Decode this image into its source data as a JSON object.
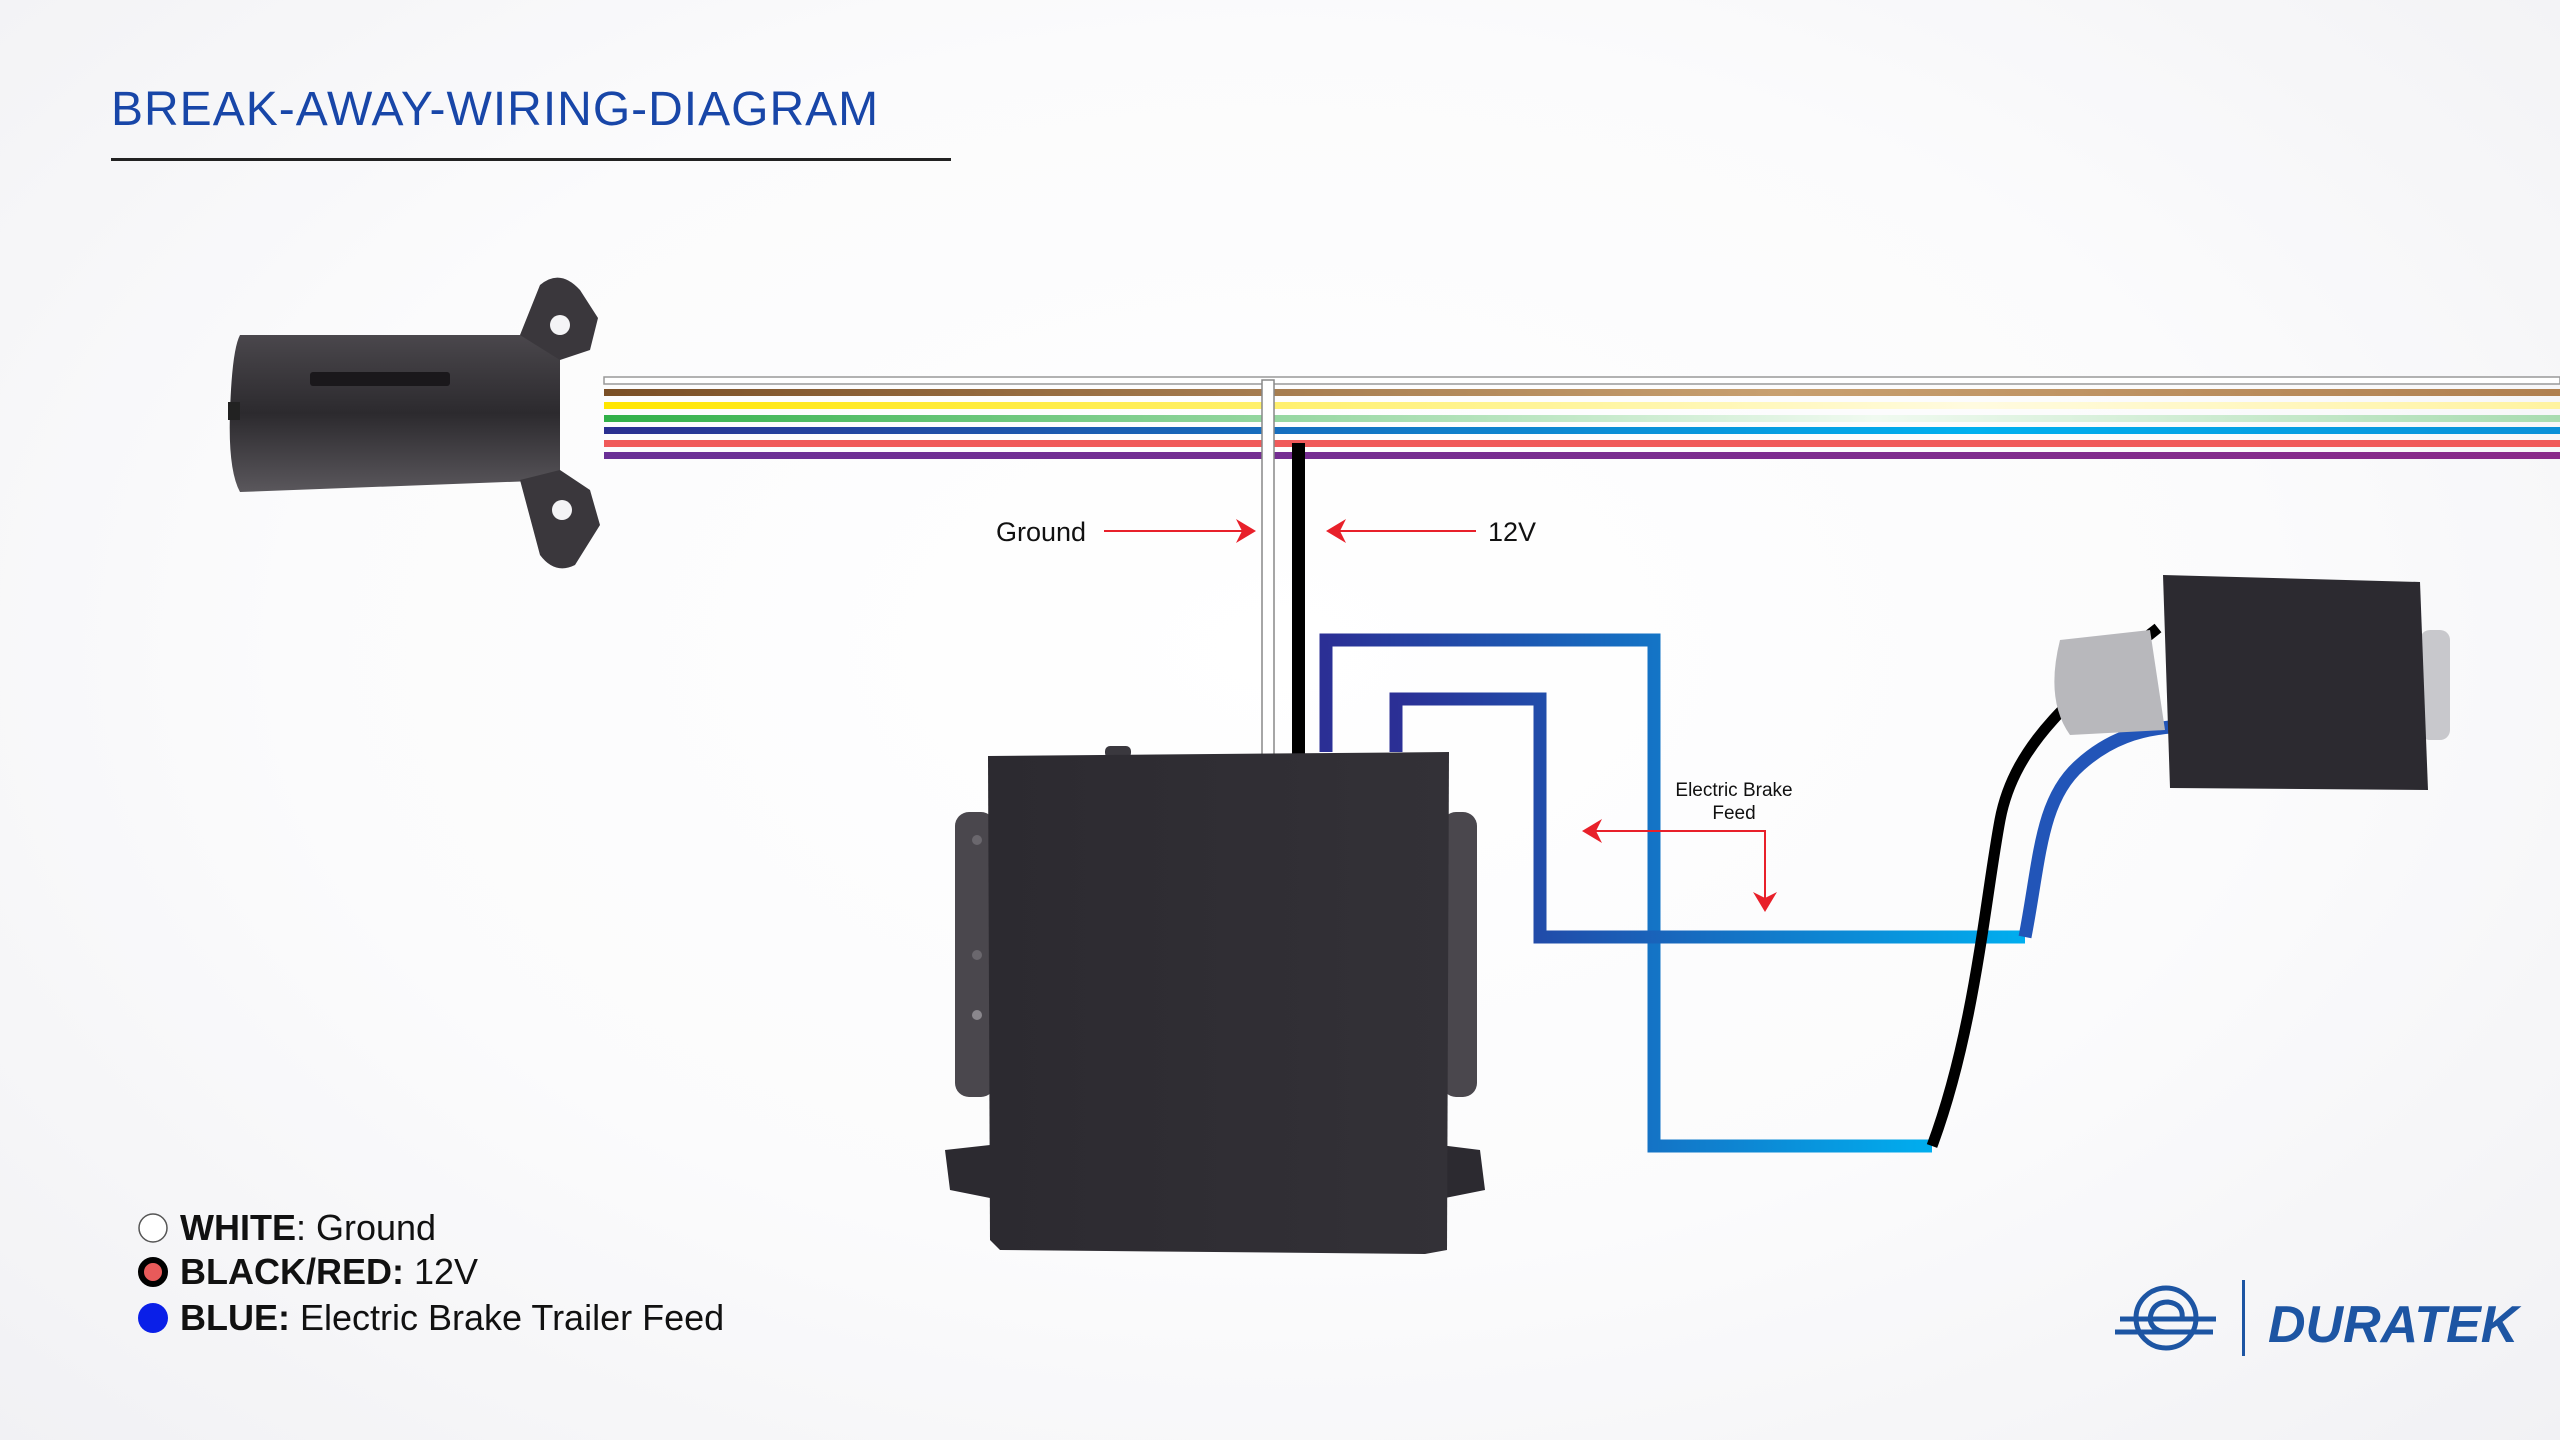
{
  "title": "BREAK-AWAY-WIRING-DIAGRAM",
  "labels": {
    "ground": "Ground",
    "v12": "12V",
    "brake_feed_line1": "Electric Brake",
    "brake_feed_line2": "Feed"
  },
  "legend": [
    {
      "key": "WHITE",
      "sep": ":",
      "desc": " Ground",
      "color": "#ffffff"
    },
    {
      "key": "BLACK/RED:",
      "sep": "",
      "desc": " 12V",
      "color": "#e85a5a"
    },
    {
      "key": "BLUE:",
      "sep": "",
      "desc": " Electric Brake Trailer Feed",
      "color": "#0a1fe8"
    }
  ],
  "logo": {
    "text": "DURATEK",
    "color": "#1d55a3"
  },
  "colors": {
    "title": "#1846a8",
    "arrow": "#e8202a",
    "wires": [
      "#ffffff",
      "#8a5a2b",
      "#ffe600",
      "#3cb54a",
      "#2b3a9a",
      "#f05a5a",
      "#7b2f93"
    ]
  }
}
